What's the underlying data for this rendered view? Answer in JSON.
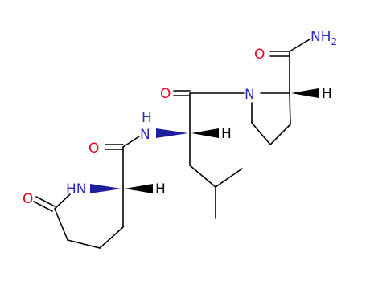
{
  "colors": {
    "bond": "#000000",
    "oxygen": "#e8001c",
    "nitrogen": "#2b2bbd",
    "hydrogen": "#000000",
    "wedge": "#1f1f9c"
  },
  "atoms": {
    "amide_n": "NH",
    "amide_n_sub": "2",
    "amide_o": "O",
    "pro_n": "N",
    "pro_h": "H",
    "pro_co_o": "O",
    "leu_nh": "N",
    "leu_nh_h": "H",
    "leu_h": "H",
    "ring_co_o": "O",
    "ring_nh": "HN",
    "ring_h": "H",
    "lactam_o": "O"
  }
}
